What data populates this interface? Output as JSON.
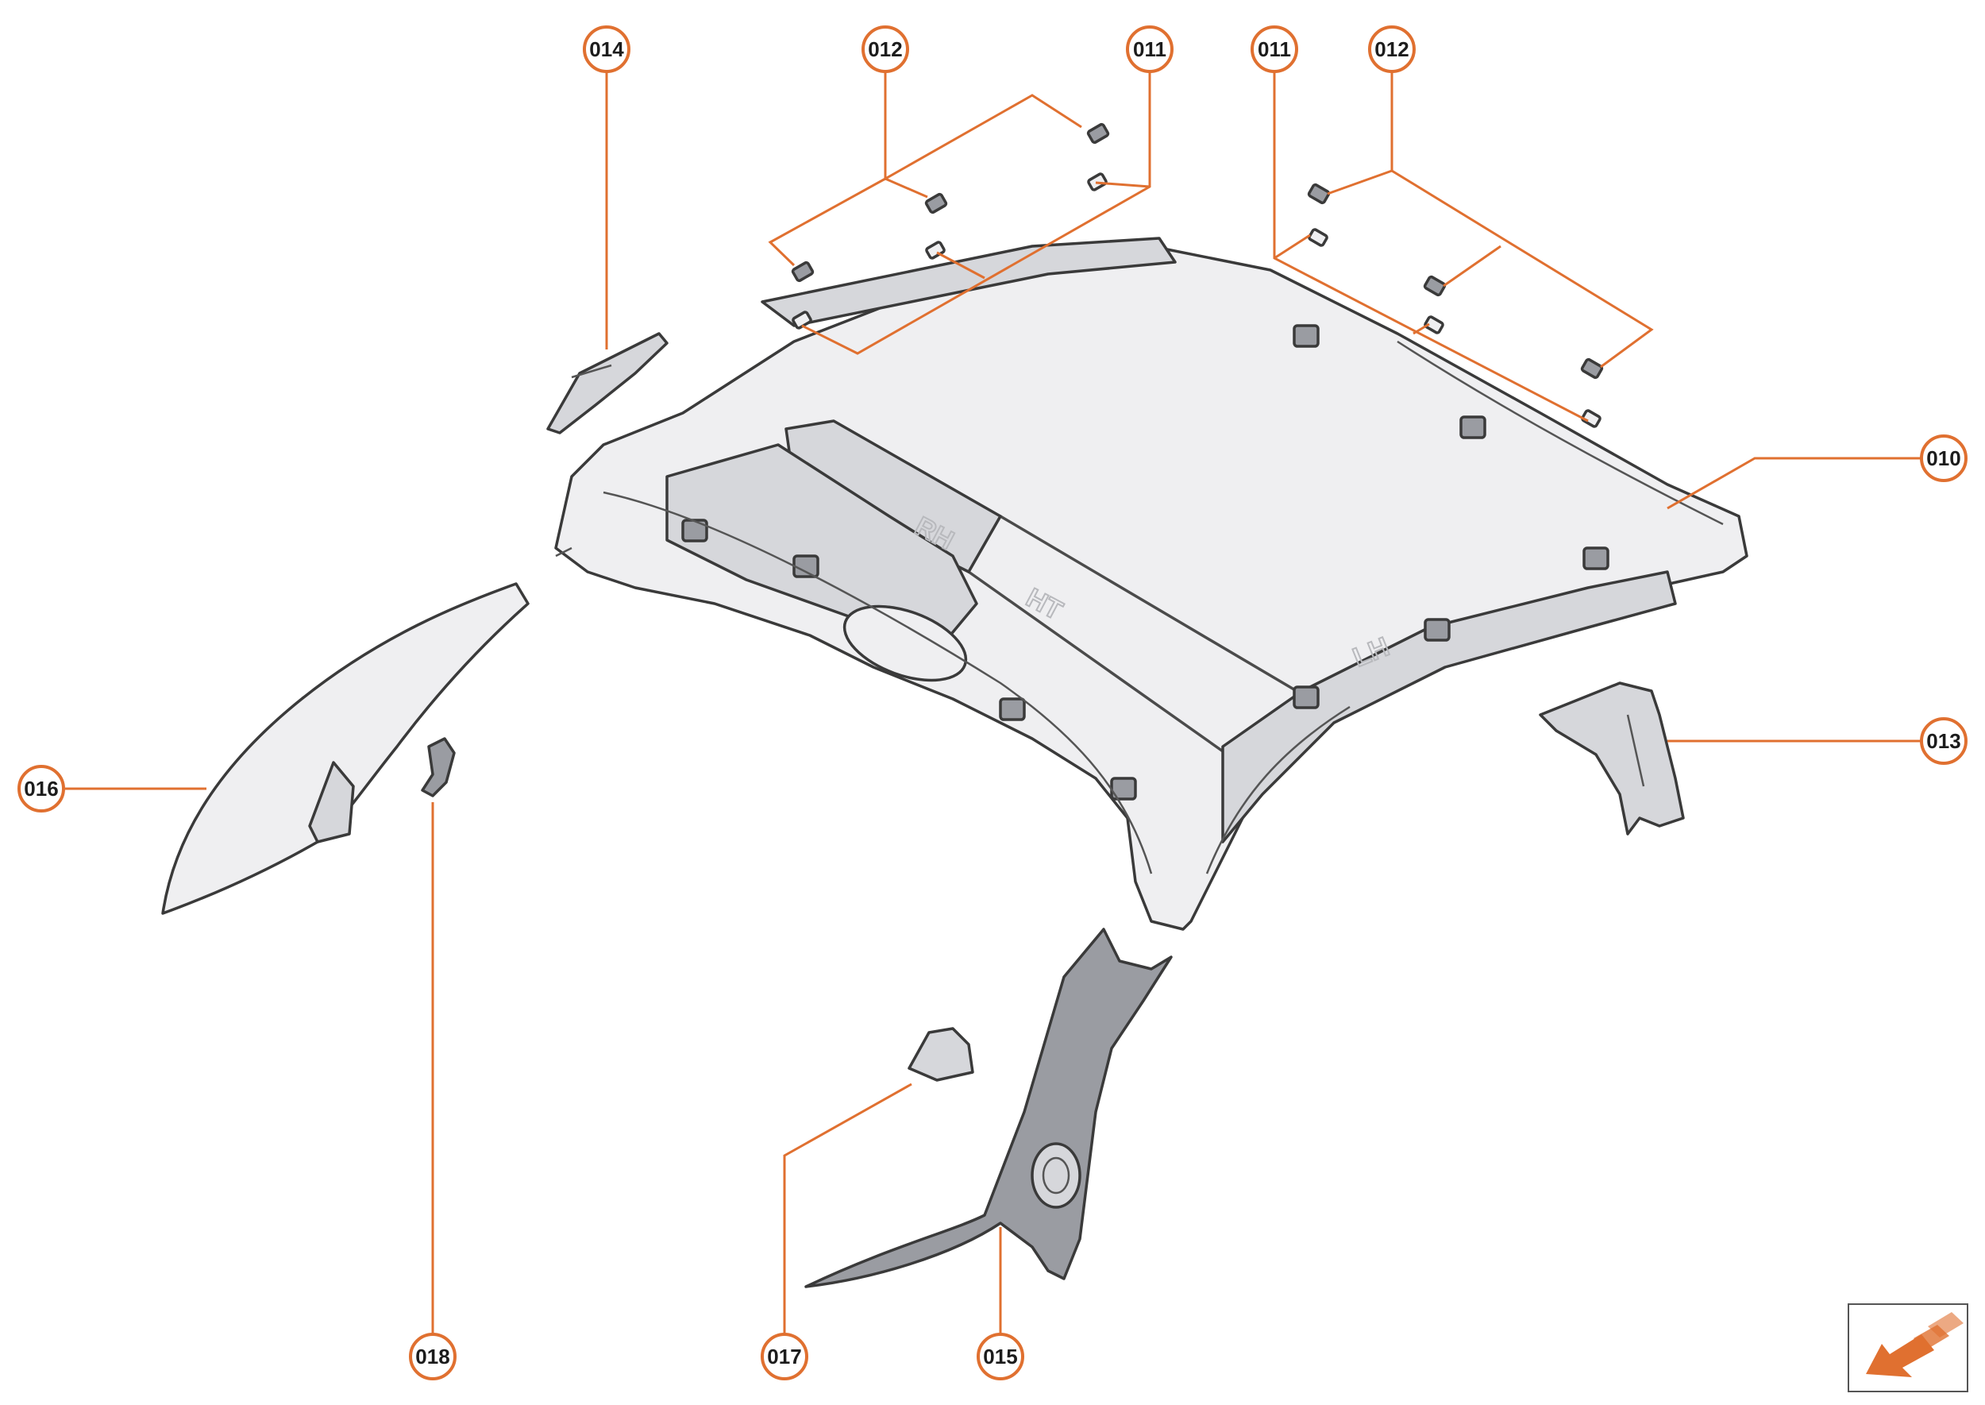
{
  "colors": {
    "accent": "#e07030",
    "line": "#3a3a3a",
    "part_fill": "#efeff1"
  },
  "callouts": [
    {
      "id": "014",
      "label": "014"
    },
    {
      "id": "012-a",
      "label": "012"
    },
    {
      "id": "011-a",
      "label": "011"
    },
    {
      "id": "011-b",
      "label": "011"
    },
    {
      "id": "012-b",
      "label": "012"
    },
    {
      "id": "010",
      "label": "010"
    },
    {
      "id": "013",
      "label": "013"
    },
    {
      "id": "016",
      "label": "016"
    },
    {
      "id": "018",
      "label": "018"
    },
    {
      "id": "017",
      "label": "017"
    },
    {
      "id": "015",
      "label": "015"
    }
  ],
  "embossed_marks": {
    "rear_right": "RH",
    "center": "HT",
    "left": "LH"
  },
  "orientation_icon": "front-direction-arrow-icon"
}
